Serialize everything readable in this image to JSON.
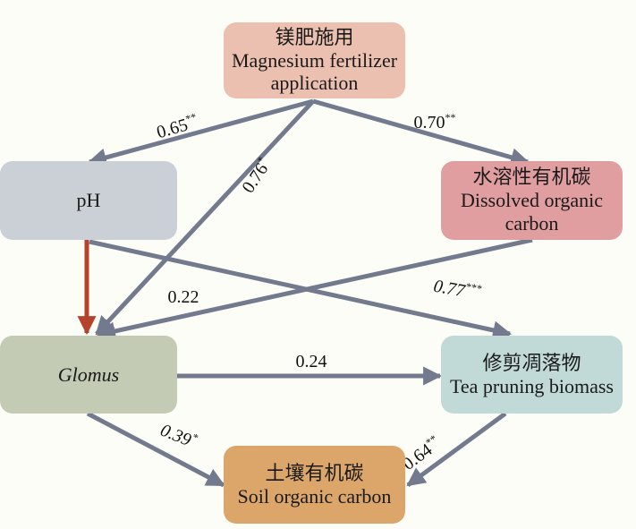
{
  "colors": {
    "edge": "#737a8d",
    "edge_highlight": "#b5422b",
    "nodes": {
      "mg": "#ecc0b0",
      "ph": "#cbd0d6",
      "doc": "#e09ea1",
      "glo": "#c3cbb5",
      "tea": "#c1d9d7",
      "soc": "#dca66b"
    }
  },
  "nodes": {
    "mg": {
      "zh": "镁肥施用",
      "en_lines": [
        "Magnesium fertilizer",
        "application"
      ]
    },
    "ph": {
      "zh": "",
      "en_lines": [
        "pH"
      ]
    },
    "doc": {
      "zh": "水溶性有机碳",
      "en_lines": [
        "Dissolved organic",
        "carbon"
      ]
    },
    "glo": {
      "zh": "",
      "en_lines": [
        "Glomus"
      ]
    },
    "tea": {
      "zh": "修剪凋落物",
      "en_lines": [
        "Tea pruning biomass"
      ]
    },
    "soc": {
      "zh": "土壤有机碳",
      "en_lines": [
        "Soil organic carbon"
      ]
    }
  },
  "edges": [
    {
      "id": "mg-ph",
      "from": "mg",
      "to": "ph",
      "coef": "0.65",
      "sig": "**",
      "highlight": false
    },
    {
      "id": "mg-doc",
      "from": "mg",
      "to": "doc",
      "coef": "0.70",
      "sig": "**",
      "highlight": false
    },
    {
      "id": "mg-glo",
      "from": "mg",
      "to": "glo",
      "coef": "0.76",
      "sig": "*",
      "highlight": false
    },
    {
      "id": "ph-glo",
      "from": "ph",
      "to": "glo",
      "coef": "",
      "sig": "",
      "highlight": true
    },
    {
      "id": "ph-tea",
      "from": "ph",
      "to": "tea",
      "coef": "0.77",
      "sig": "***",
      "highlight": false
    },
    {
      "id": "doc-glo",
      "from": "doc",
      "to": "glo",
      "coef": "0.22",
      "sig": "",
      "highlight": false
    },
    {
      "id": "glo-tea",
      "from": "glo",
      "to": "tea",
      "coef": "0.24",
      "sig": "",
      "highlight": false
    },
    {
      "id": "glo-soc",
      "from": "glo",
      "to": "soc",
      "coef": "0.39",
      "sig": "*",
      "highlight": false
    },
    {
      "id": "tea-soc",
      "from": "tea",
      "to": "soc",
      "coef": "0.64",
      "sig": "**",
      "highlight": false
    }
  ]
}
